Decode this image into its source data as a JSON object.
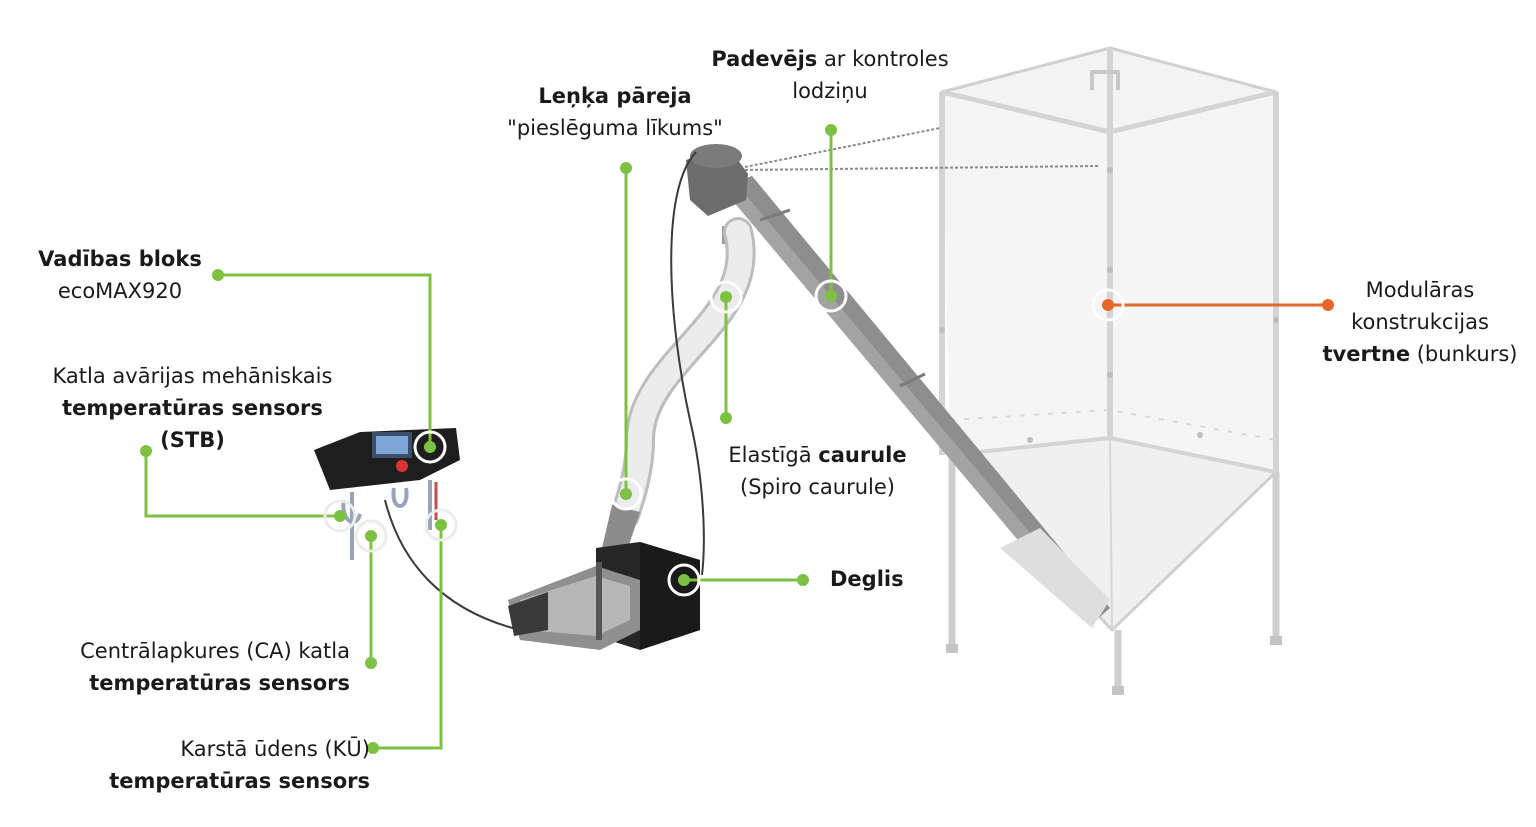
{
  "colors": {
    "green": "#7dc142",
    "orange": "#e5682a",
    "metal": "#a8a8a8",
    "burner": "#2b2b2b",
    "hopper": "#d9d9d9"
  },
  "labels": {
    "padevejs": {
      "bold": "Padevējs",
      "rest": " ar kontroles",
      "line2": "lodziņu"
    },
    "lenka": {
      "bold": "Leņķa pāreja",
      "line2": "\"pieslēguma līkums\""
    },
    "vadibas": {
      "bold": "Vadības bloks",
      "line2": "ecoMAX920"
    },
    "stb": {
      "line1": "Katla avārijas mehāniskais",
      "bold2": "temperatūras sensors",
      "bold3": "(STB)"
    },
    "elastiga": {
      "pre": "Elastīgā ",
      "bold": "caurule",
      "line2": "(Spiro caurule)"
    },
    "deglis": {
      "bold": "Deglis"
    },
    "tvertne": {
      "line1": "Modulāras",
      "line2": "konstrukcijas",
      "bold3": "tvertne",
      "rest3": " (bunkurs)"
    },
    "ca": {
      "line1": "Centrālapkures (CA) katla",
      "bold2": "temperatūras sensors"
    },
    "ku": {
      "line1": "Karstā ūdens (KŪ)",
      "bold2": "temperatūras sensors"
    }
  }
}
